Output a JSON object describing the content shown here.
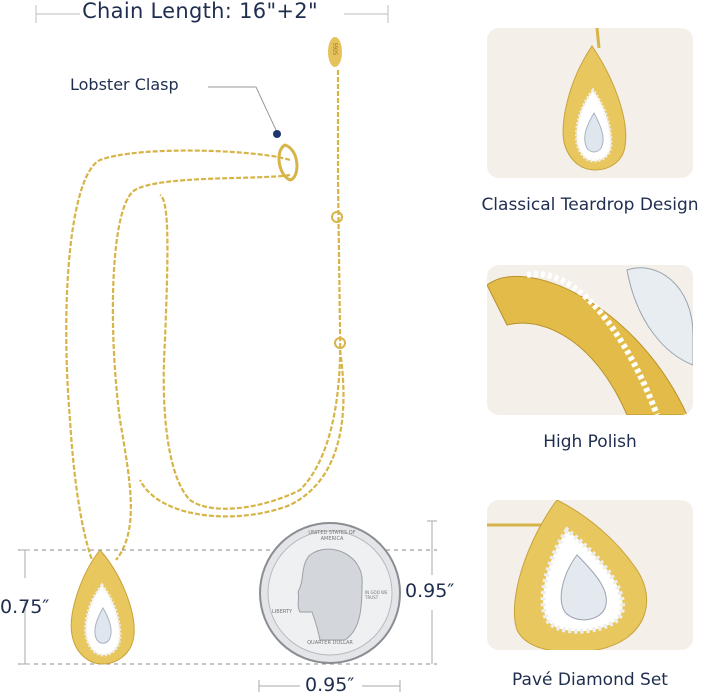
{
  "header": {
    "chain_length_label": "Chain Length:  16\"+2\""
  },
  "callouts": {
    "clasp_label": "Lobster Clasp",
    "tag_text": "S925"
  },
  "dimensions": {
    "pendant_height": "0.75″",
    "coin_height": "0.95″",
    "coin_width": "0.95″"
  },
  "coin": {
    "top_text": "UNITED STATES OF AMERICA",
    "liberty": "LIBERTY",
    "motto": "IN GOD WE TRUST",
    "bottom_text": "QUARTER DOLLAR"
  },
  "features": [
    {
      "caption": "Classical Teardrop Design"
    },
    {
      "caption": "High Polish"
    },
    {
      "caption": "Pavé Diamond Set"
    }
  ],
  "colors": {
    "text": "#1f2d4f",
    "gold": "#d6b447",
    "panel_bg": "#f4efe8",
    "guide": "#b0b0b0"
  }
}
